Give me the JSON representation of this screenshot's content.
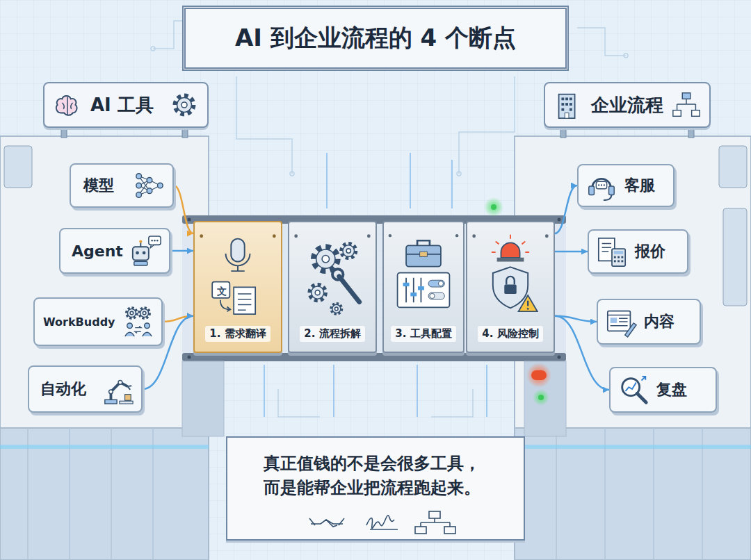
{
  "diagram": {
    "title": "AI 到企业流程的 4 个断点",
    "caption": "真正值钱的不是会很多工具，而是能帮企业把流程跑起来。",
    "nodes": [
      {
        "text": [
          "AI 工具"
        ]
      },
      {
        "text": [
          "企业流程"
        ]
      },
      {
        "text": [
          "模型"
        ]
      },
      {
        "text": [
          "Agent"
        ]
      },
      {
        "text": [
          "WorkBuddy"
        ]
      },
      {
        "text": [
          "自动化"
        ]
      },
      {
        "text": [
          "1. 需求翻译"
        ]
      },
      {
        "text": [
          "2. 流程拆解"
        ]
      },
      {
        "text": [
          "3. 工具配置"
        ]
      },
      {
        "text": [
          "4. 风险控制"
        ]
      },
      {
        "text": [
          "客服"
        ]
      },
      {
        "text": [
          "报价"
        ]
      },
      {
        "text": [
          "内容"
        ]
      },
      {
        "text": [
          "复盘"
        ]
      }
    ],
    "edges": [
      {
        "from": 2,
        "to": 6,
        "arrow": "to"
      },
      {
        "from": 3,
        "to": 6,
        "arrow": "to"
      },
      {
        "from": 4,
        "to": 6,
        "arrow": "to"
      },
      {
        "from": 5,
        "to": 6,
        "arrow": "to"
      },
      {
        "from": 9,
        "to": 10,
        "arrow": "to"
      },
      {
        "from": 9,
        "to": 11,
        "arrow": "to"
      },
      {
        "from": 9,
        "to": 12,
        "arrow": "to"
      },
      {
        "from": 9,
        "to": 13,
        "arrow": "to"
      }
    ],
    "labels": [
      "文"
    ]
  }
}
